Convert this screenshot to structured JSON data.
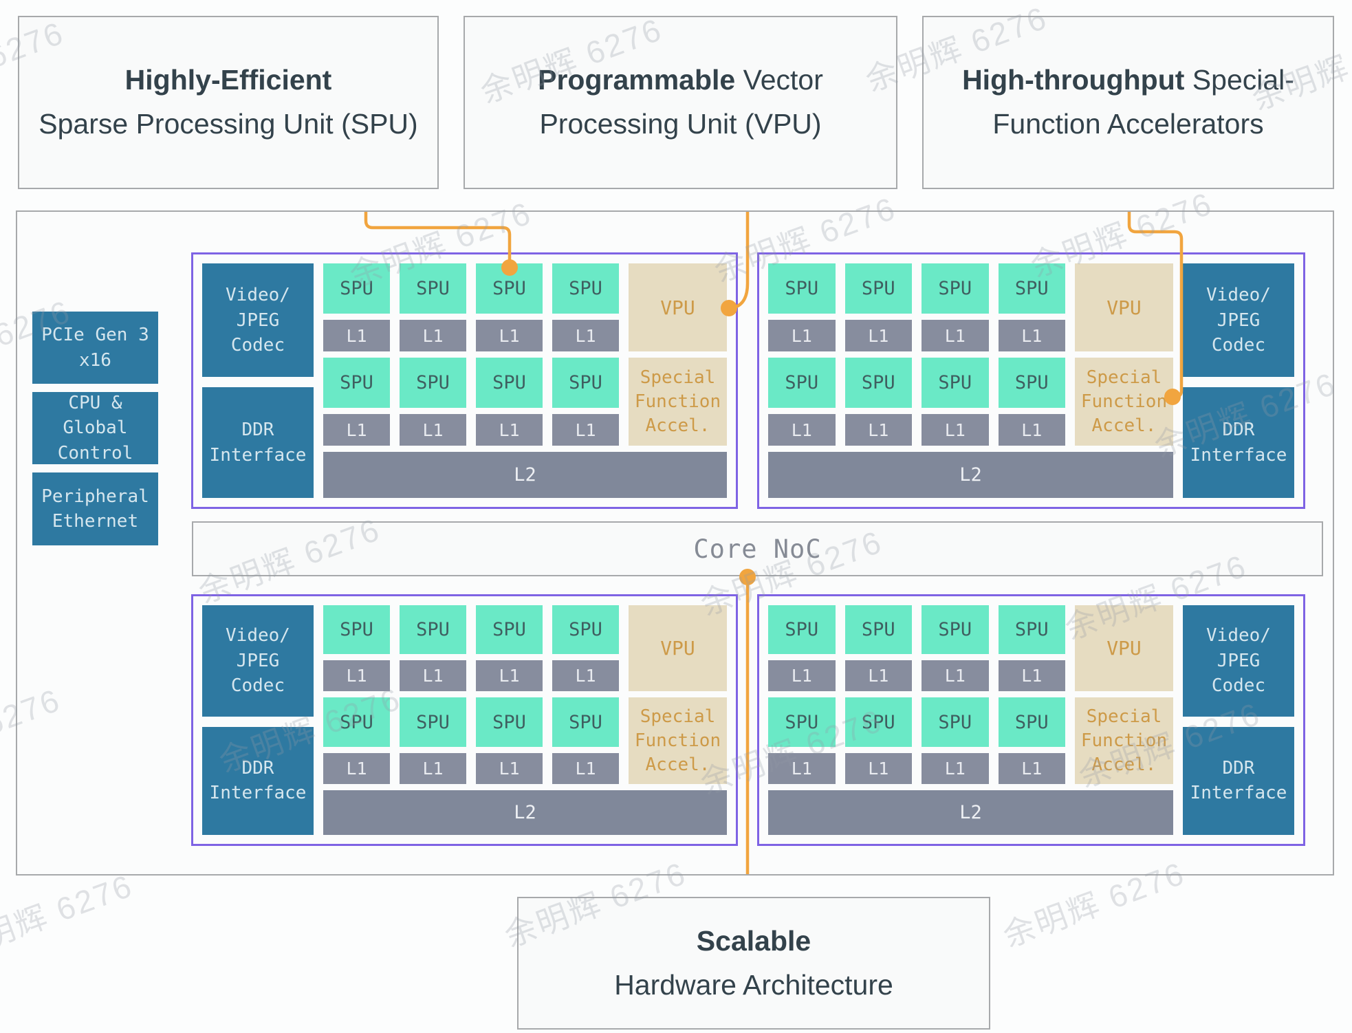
{
  "colors": {
    "teal": "#6ae9c6",
    "gray_l1": "#878d9e",
    "gray_l2": "#80889a",
    "blue": "#2e79a1",
    "tan": "#e6dcc1",
    "orange_text": "#cd9a48",
    "purple_border": "#7e63e4",
    "orange_line": "#f1a53f",
    "box_border": "#a7a9ab",
    "dark_text": "#33424b",
    "spu_text": "#3f5f60",
    "noc_text": "#868b95",
    "light_text": "#d5e6ee",
    "background": "#fcfdfd"
  },
  "watermark": {
    "text": "余明辉 6276",
    "positions": [
      [
        -40,
        90
      ],
      [
        830,
        85
      ],
      [
        1390,
        68
      ],
      [
        1952,
        95
      ],
      [
        640,
        352
      ],
      [
        1170,
        345
      ],
      [
        1630,
        338
      ],
      [
        -30,
        495
      ],
      [
        1810,
        600
      ],
      [
        420,
        812
      ],
      [
        1150,
        830
      ],
      [
        1680,
        865
      ],
      [
        -45,
        1060
      ],
      [
        450,
        1058
      ],
      [
        1150,
        1090
      ],
      [
        1700,
        1080
      ],
      [
        60,
        1330
      ],
      [
        865,
        1312
      ],
      [
        1590,
        1312
      ]
    ]
  },
  "callouts": [
    {
      "line1_bold": "Highly-Efficient",
      "line1_rest": "",
      "line2": "Sparse Processing Unit (SPU)"
    },
    {
      "line1_bold": "Programmable",
      "line1_rest": " Vector",
      "line2": "Processing Unit (VPU)"
    },
    {
      "line1_bold": "High-throughput",
      "line1_rest": " Special-",
      "line2": "Function Accelerators"
    }
  ],
  "left_column": {
    "items": [
      {
        "label": "PCIe Gen 3\nx16"
      },
      {
        "label": "CPU &\nGlobal\nControl"
      },
      {
        "label": "Peripheral\nEthernet"
      }
    ]
  },
  "core_noc": {
    "label": "Core NoC"
  },
  "cluster_labels": {
    "spu": "SPU",
    "l1": "L1",
    "l2": "L2",
    "vpu": "VPU",
    "special": "Special\nFunction\nAccel.",
    "video": "Video/\nJPEG\nCodec",
    "ddr": "DDR\nInterface",
    "spu_columns": 4,
    "spu_rows": 2
  },
  "clusters": [
    {
      "name": "cluster-top-left",
      "mirrored": false
    },
    {
      "name": "cluster-top-right",
      "mirrored": true
    },
    {
      "name": "cluster-bottom-left",
      "mirrored": false
    },
    {
      "name": "cluster-bottom-right",
      "mirrored": true
    }
  ],
  "scalable": {
    "line1_bold": "Scalable",
    "line2": "Hardware Architecture"
  }
}
